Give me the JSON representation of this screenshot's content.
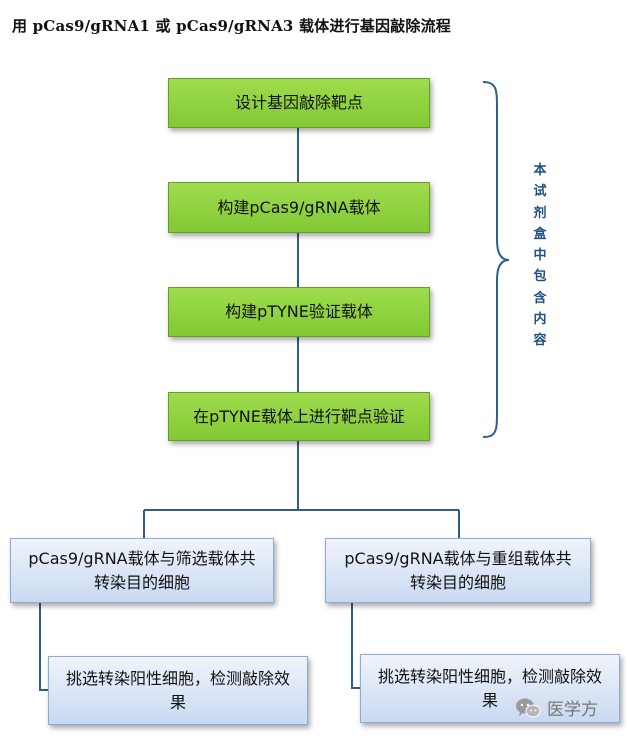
{
  "title": "用 pCas9/gRNA1 或 pCas9/gRNA3 载体进行基因敲除流程",
  "steps": [
    "设计基因敲除靶点",
    "构建pCas9/gRNA载体",
    "构建pTYNE验证载体",
    "在pTYNE载体上进行靶点验证"
  ],
  "branches": [
    {
      "cotransfection_line1": "pCas9/gRNA载体与筛选载体共",
      "cotransfection_line2": "转染目的细胞",
      "screening_line1": "挑选转染阳性细胞，检测敲除效",
      "screening_line2": "果"
    },
    {
      "cotransfection_line1": "pCas9/gRNA载体与重组载体共",
      "cotransfection_line2": "转染目的细胞",
      "screening_line1": "挑选转染阳性细胞，检测敲除效",
      "screening_line2": "果"
    }
  ],
  "kit_label": [
    "本",
    "试",
    "剂",
    "盒",
    "中",
    "包",
    "含",
    "内",
    "容"
  ],
  "watermark": {
    "text": "医学方",
    "icon": "wechat-icon"
  },
  "colors": {
    "step_fill": "#8dd03f",
    "branch_fill": "#d6e3f5",
    "connector": "#2f5d8c",
    "label": "#1f4f84"
  }
}
